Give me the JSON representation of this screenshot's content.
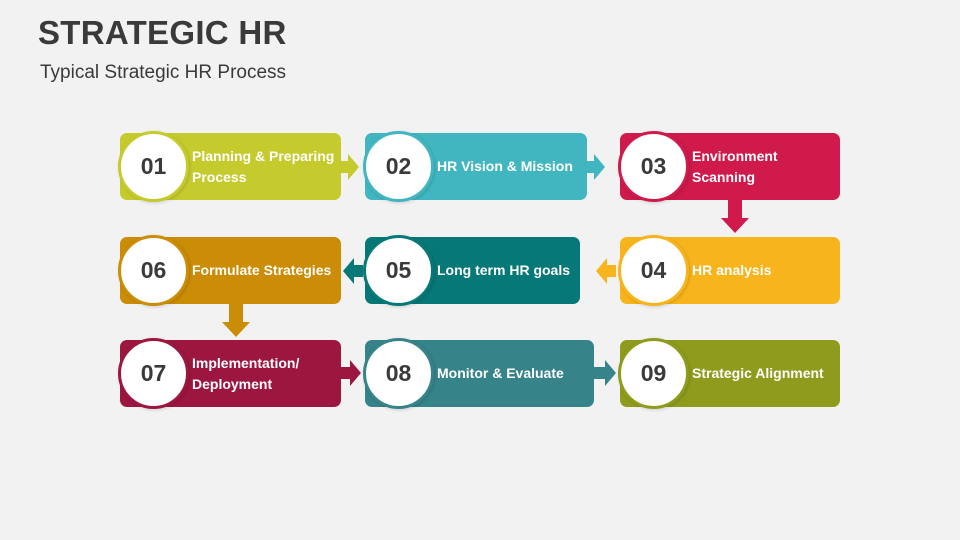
{
  "title": "STRATEGIC HR",
  "subtitle": "Typical Strategic HR Process",
  "steps": [
    {
      "num": "01",
      "label": "Planning & Preparing Process",
      "color": "#c5cb2d"
    },
    {
      "num": "02",
      "label": "HR Vision & Mission",
      "color": "#41b6c0"
    },
    {
      "num": "03",
      "label": "Environment Scanning",
      "color": "#cf1a4b"
    },
    {
      "num": "04",
      "label": "HR analysis",
      "color": "#f8b41c"
    },
    {
      "num": "05",
      "label": "Long term HR goals",
      "color": "#067877"
    },
    {
      "num": "06",
      "label": "Formulate Strategies",
      "color": "#cb8c06"
    },
    {
      "num": "07",
      "label": "Implementation/ Deployment",
      "color": "#9d1640"
    },
    {
      "num": "08",
      "label": "Monitor & Evaluate",
      "color": "#36838a"
    },
    {
      "num": "09",
      "label": "Strategic Alignment",
      "color": "#8f9b1c"
    }
  ]
}
